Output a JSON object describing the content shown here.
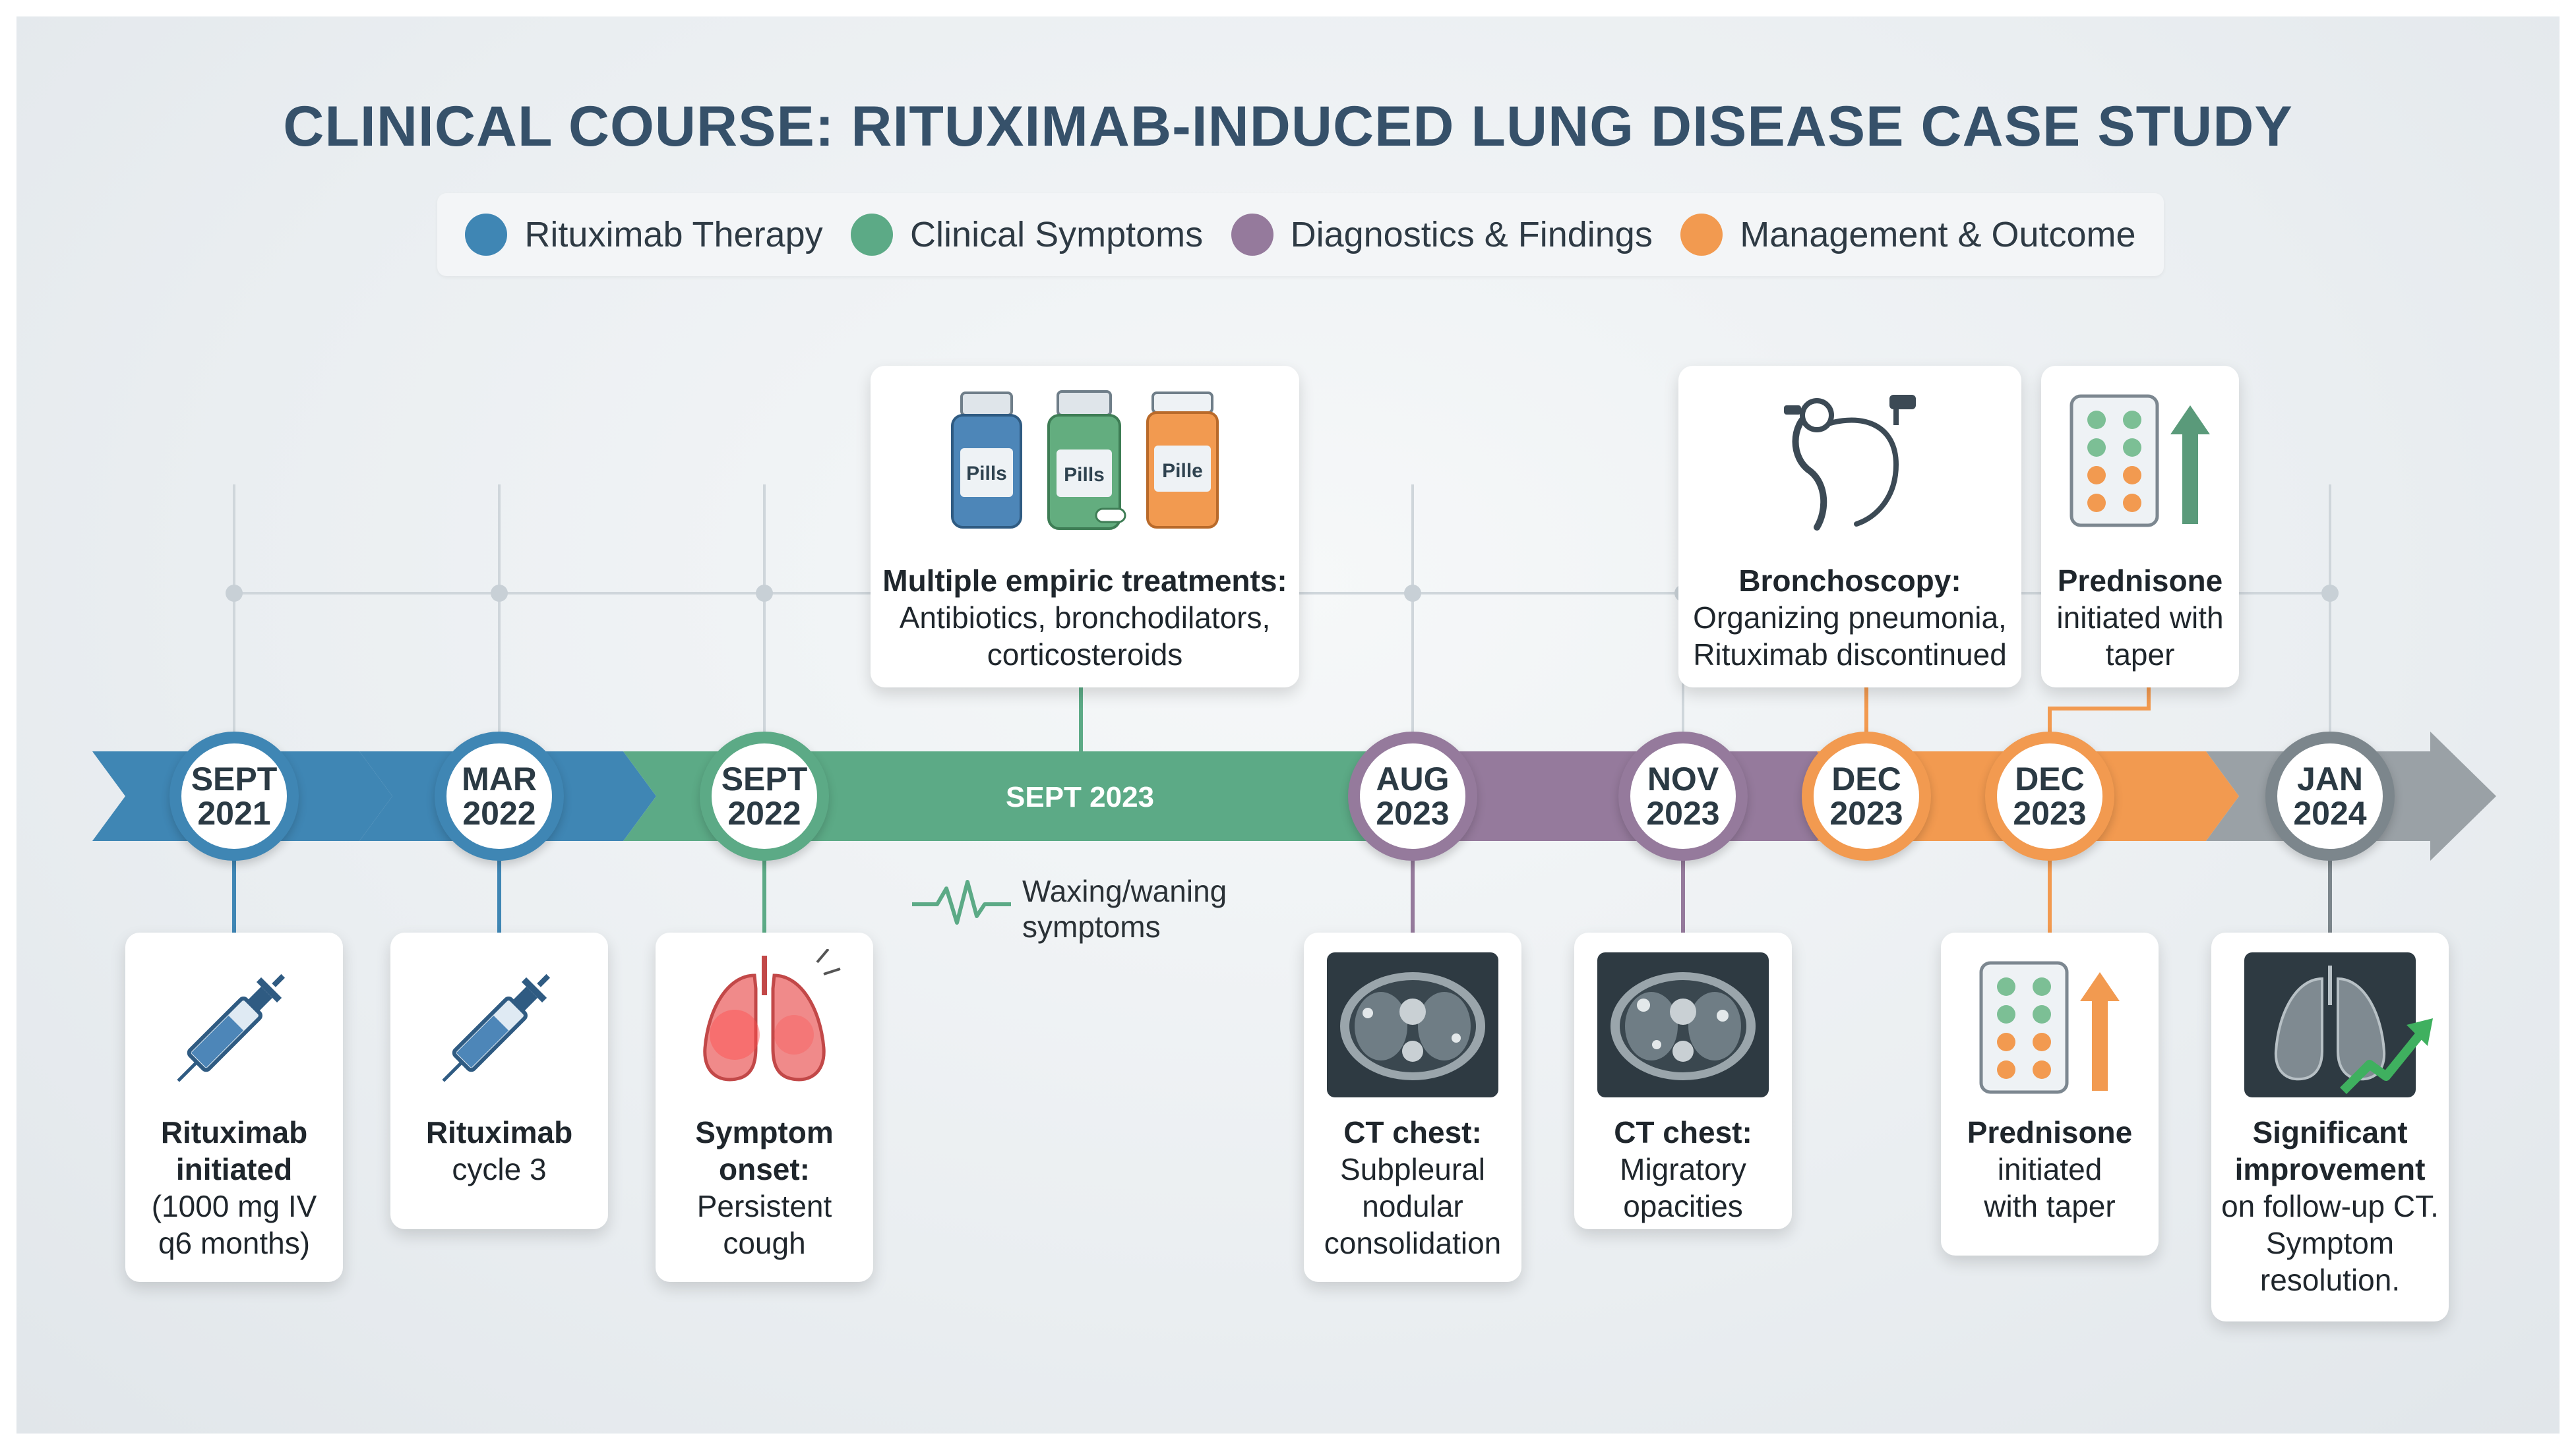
{
  "title": "CLINICAL COURSE: RITUXIMAB-INDUCED LUNG DISEASE CASE STUDY",
  "legend": [
    {
      "label": "Rituximab Therapy",
      "color": "#3f86b4"
    },
    {
      "label": "Clinical Symptoms",
      "color": "#5caa86"
    },
    {
      "label": "Diagnostics & Findings",
      "color": "#957a9c"
    },
    {
      "label": "Management & Outcome",
      "color": "#f29a50"
    }
  ],
  "colors": {
    "therapy": "#3f86b4",
    "symptoms": "#5caa86",
    "diagnostics": "#957a9c",
    "management": "#f29a50",
    "outcome": "#9aa1a6"
  },
  "band_label": "SEPT 2023",
  "waxing_note": {
    "line1": "Waxing/waning",
    "line2": "symptoms",
    "icon": "heartbeat-icon"
  },
  "nodes": [
    {
      "month": "SEPT",
      "year": "2021"
    },
    {
      "month": "MAR",
      "year": "2022"
    },
    {
      "month": "SEPT",
      "year": "2022"
    },
    {
      "month": "AUG",
      "year": "2023"
    },
    {
      "month": "NOV",
      "year": "2023"
    },
    {
      "month": "DEC",
      "year": "2023"
    },
    {
      "month": "DEC",
      "year": "2023"
    },
    {
      "month": "JAN",
      "year": "2024"
    }
  ],
  "cards_top": [
    {
      "icon": "pill-bottles-icon",
      "bottle_labels": [
        "Pills",
        "Pills",
        "Pille"
      ],
      "bold": "Multiple empiric treatments:",
      "lines": [
        "Antibiotics, bronchodilators,",
        "corticosteroids"
      ]
    },
    {
      "icon": "bronchoscope-icon",
      "bold": "Bronchoscopy:",
      "lines": [
        "Organizing pneumonia,",
        "Rituximab discontinued"
      ]
    },
    {
      "icon": "pill-pack-up-arrow-icon",
      "bold": "Prednisone",
      "lines": [
        "initiated with",
        "taper"
      ]
    }
  ],
  "cards_bottom": [
    {
      "icon": "syringe-icon",
      "bold": [
        "Rituximab",
        "initiated"
      ],
      "lines": [
        "(1000 mg IV",
        "q6 months)"
      ]
    },
    {
      "icon": "syringe-icon",
      "bold": [
        "Rituximab"
      ],
      "lines": [
        "cycle 3"
      ]
    },
    {
      "icon": "inflamed-lungs-icon",
      "bold": [
        "Symptom",
        "onset:"
      ],
      "lines": [
        "Persistent",
        "cough"
      ]
    },
    {
      "icon": "ct-scan-icon",
      "bold": [
        "CT chest:"
      ],
      "lines": [
        "Subpleural",
        "nodular",
        "consolidation"
      ]
    },
    {
      "icon": "ct-scan-icon",
      "bold": [
        "CT chest:"
      ],
      "lines": [
        "Migratory",
        "opacities"
      ]
    },
    {
      "icon": "pill-pack-up-arrow-icon",
      "bold": [
        "Prednisone"
      ],
      "lines": [
        "initiated",
        "with taper"
      ]
    },
    {
      "icon": "lungs-improvement-icon",
      "bold": [
        "Significant",
        "improvement"
      ],
      "lines": [
        "on follow-up CT.",
        "Symptom",
        "resolution."
      ]
    }
  ]
}
